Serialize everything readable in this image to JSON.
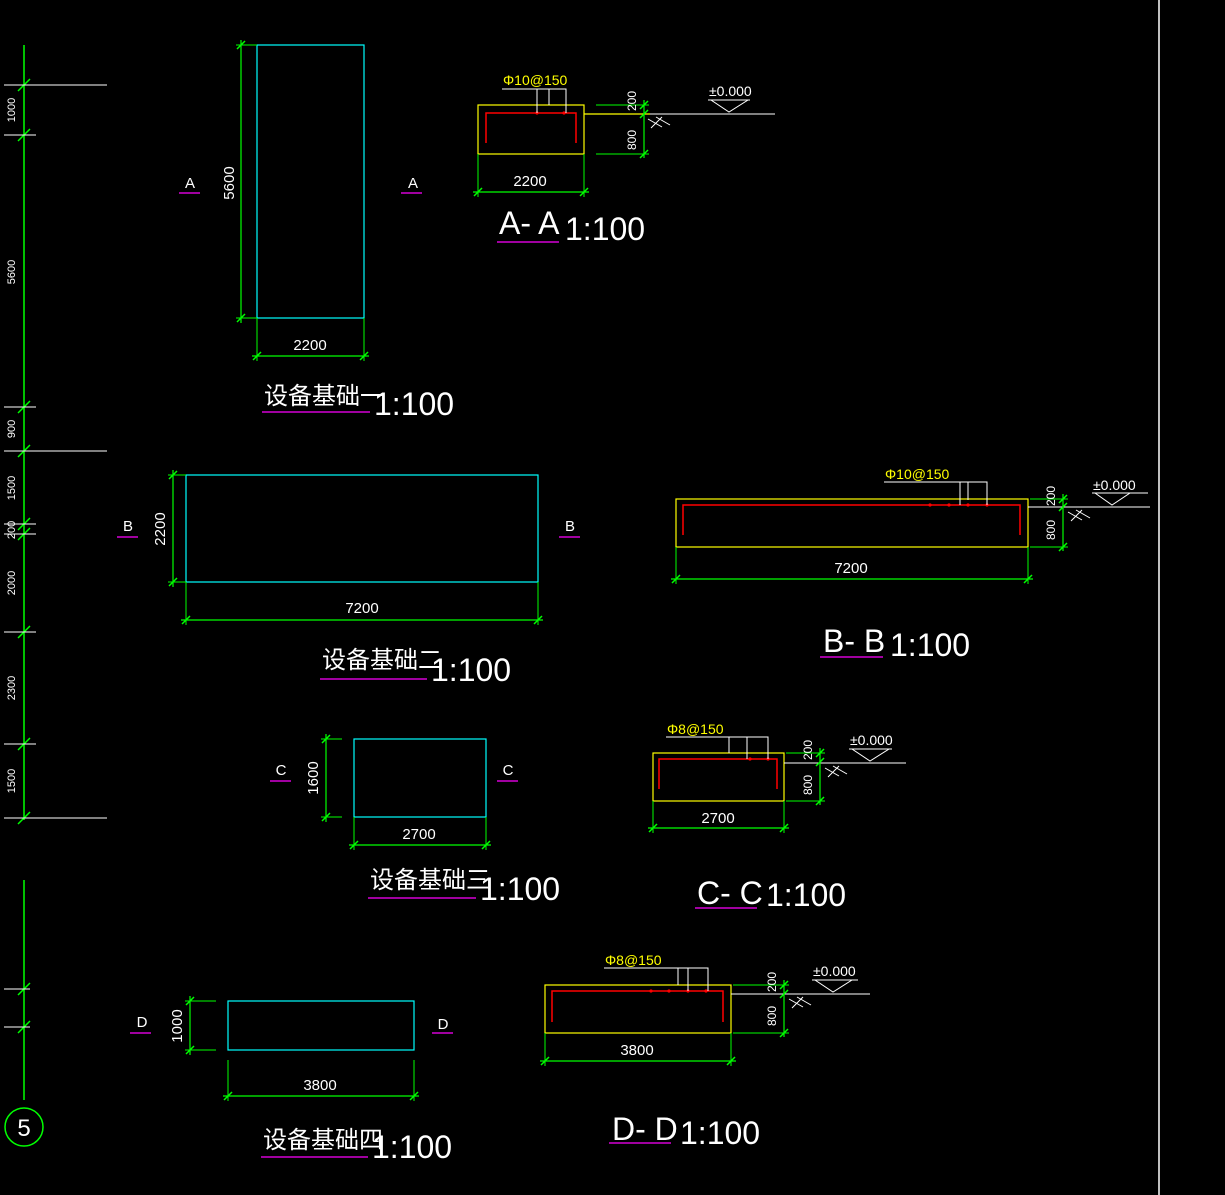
{
  "colors": {
    "background": "#000000",
    "dimension": "#00ff00",
    "outline": "#00ffff",
    "section_outline": "#ffff00",
    "rebar": "#ff0000",
    "underline": "#ff00ff",
    "text": "#ffffff",
    "rebar_text": "#ffff00"
  },
  "left_axis": {
    "dims": [
      "1000",
      "5600",
      "900",
      "1500",
      "200",
      "2000",
      "2300",
      "1500"
    ],
    "grid_bubble": "5"
  },
  "plans": [
    {
      "title": "设备基础一",
      "scale": "1:100",
      "width_dim": "2200",
      "height_dim": "5600",
      "cut_left": "A",
      "cut_right": "A"
    },
    {
      "title": "设备基础二",
      "scale": "1:100",
      "width_dim": "7200",
      "height_dim": "2200",
      "cut_left": "B",
      "cut_right": "B"
    },
    {
      "title": "设备基础三",
      "scale": "1:100",
      "width_dim": "2700",
      "height_dim": "1600",
      "cut_left": "C",
      "cut_right": "C"
    },
    {
      "title": "设备基础四",
      "scale": "1:100",
      "width_dim": "3800",
      "height_dim": "1000",
      "cut_left": "D",
      "cut_right": "D"
    }
  ],
  "sections": [
    {
      "title": "A- A",
      "scale": "1:100",
      "rebar": "Φ10@150",
      "width_dim": "2200",
      "top_dim": "200",
      "depth_dim": "800",
      "elevation": "±0.000"
    },
    {
      "title": "B- B",
      "scale": "1:100",
      "rebar": "Φ10@150",
      "width_dim": "7200",
      "top_dim": "200",
      "depth_dim": "800",
      "elevation": "±0.000"
    },
    {
      "title": "C- C",
      "scale": "1:100",
      "rebar": "Φ8@150",
      "width_dim": "2700",
      "top_dim": "200",
      "depth_dim": "800",
      "elevation": "±0.000"
    },
    {
      "title": "D- D",
      "scale": "1:100",
      "rebar": "Φ8@150",
      "width_dim": "3800",
      "top_dim": "200",
      "depth_dim": "800",
      "elevation": "±0.000"
    }
  ]
}
